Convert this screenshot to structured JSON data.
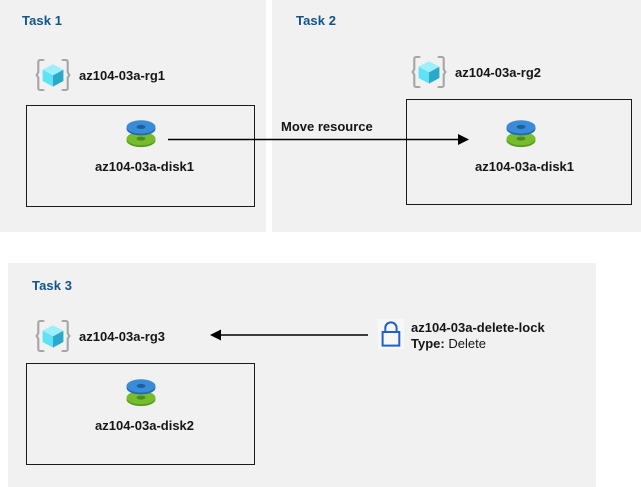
{
  "diagram": {
    "title_color": "#10548c",
    "panel_color": "#f1f1f1",
    "tasks": [
      {
        "id": "task-1",
        "title": "Task 1",
        "resource_group": {
          "label": "az104-03a-rg1",
          "icon": "resource-group-icon"
        },
        "resource": {
          "label": "az104-03a-disk1",
          "icon": "managed-disk-icon"
        }
      },
      {
        "id": "task-2",
        "title": "Task 2",
        "resource_group": {
          "label": "az104-03a-rg2",
          "icon": "resource-group-icon"
        },
        "resource": {
          "label": "az104-03a-disk1",
          "icon": "managed-disk-icon"
        }
      },
      {
        "id": "task-3",
        "title": "Task 3",
        "resource_group": {
          "label": "az104-03a-rg3",
          "icon": "resource-group-icon"
        },
        "resource": {
          "label": "az104-03a-disk2",
          "icon": "managed-disk-icon"
        },
        "lock": {
          "icon": "lock-icon",
          "name": "az104-03a-delete-lock",
          "type_label": "Type:",
          "type_value": "Delete"
        }
      }
    ],
    "connectors": [
      {
        "id": "move-resource-arrow",
        "label": "Move resource",
        "direction": "right"
      },
      {
        "id": "lock-apply-arrow",
        "label": "",
        "direction": "left"
      }
    ]
  }
}
